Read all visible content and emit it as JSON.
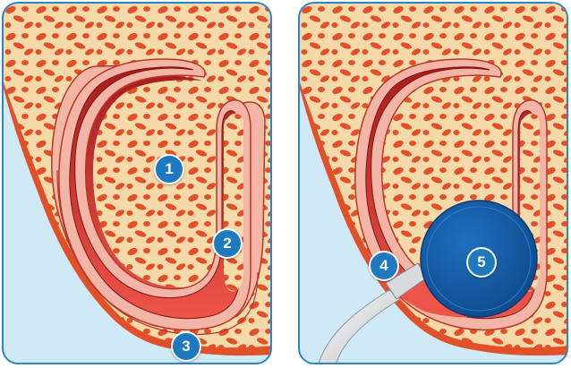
{
  "colors": {
    "background_fluid": "#cfe9f6",
    "frame_border": "#2a86c6",
    "bone": "#f6d9a8",
    "bone_pore": "#e2502a",
    "lining_pink": "#f3b5a6",
    "blood_dark": "#a71d1d",
    "blood_light": "#ef5448",
    "device_blue": "#14569f",
    "badge_blue": "#1f79bf"
  },
  "labels": {
    "l1": "1",
    "l2": "2",
    "l3": "3",
    "l4": "4",
    "l5": "5"
  },
  "icons": {
    "left_panel": "socket-with-clot-illustration",
    "right_panel": "socket-with-sensor-illustration"
  }
}
